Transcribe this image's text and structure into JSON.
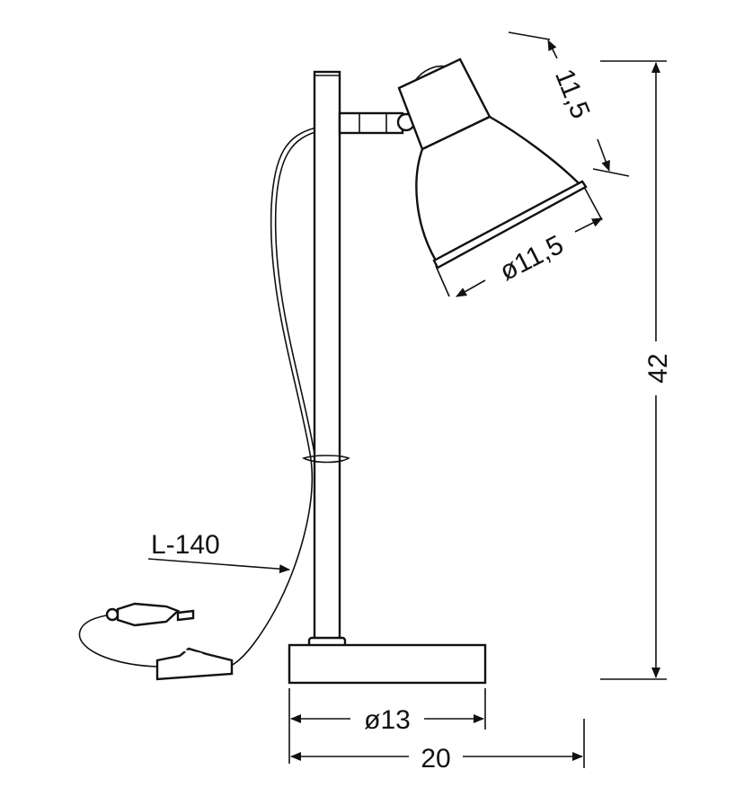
{
  "title": "Table lamp dimension drawing",
  "dimensions": {
    "head_length": "11,5",
    "shade_diameter": "ø11,5",
    "height": "42",
    "cable_length": "L-140",
    "base_diameter": "ø13",
    "width": "20"
  }
}
